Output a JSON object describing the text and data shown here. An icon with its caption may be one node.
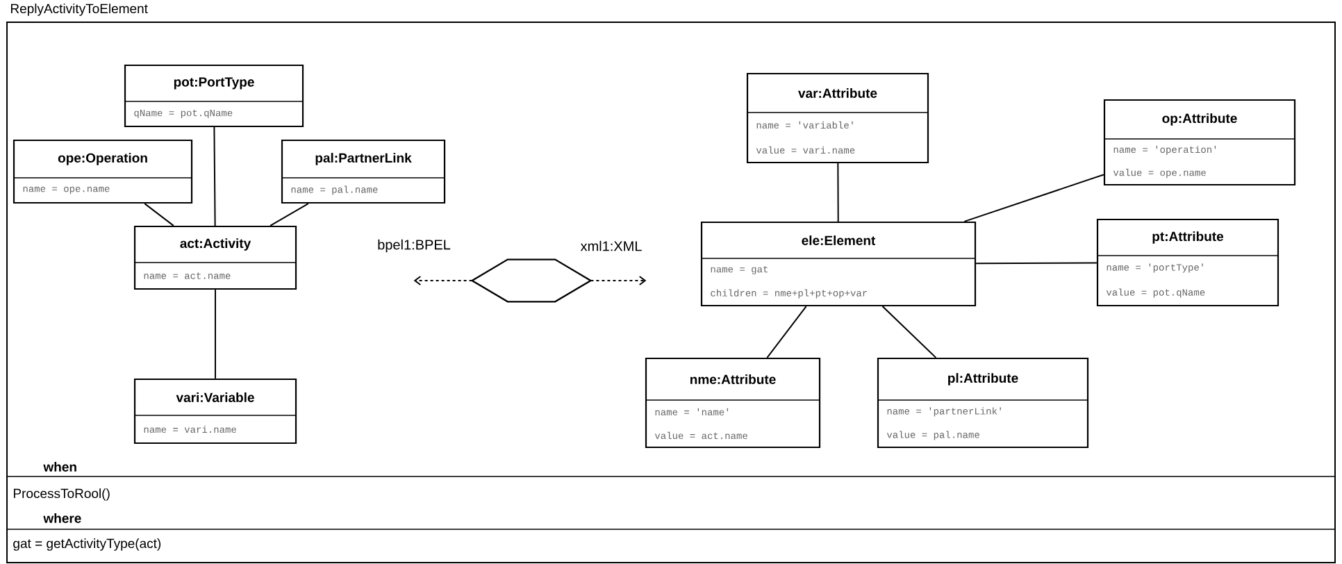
{
  "diagram": {
    "title": "ReplyActivityToElement",
    "nodes": [
      {
        "text": [
          "pot:PortType",
          "qName = pot.qName"
        ]
      },
      {
        "text": [
          "ope:Operation",
          "name = ope.name"
        ]
      },
      {
        "text": [
          "pal:PartnerLink",
          "name = pal.name"
        ]
      },
      {
        "text": [
          "act:Activity",
          "name = act.name"
        ]
      },
      {
        "text": [
          "vari:Variable",
          "name = vari.name"
        ]
      },
      {
        "text": [],
        "shape": "hexagon"
      },
      {
        "text": [
          "var:Attribute",
          "name = 'variable'",
          "value = vari.name"
        ]
      },
      {
        "text": [
          "op:Attribute",
          "name = 'operation'",
          "value = ope.name"
        ]
      },
      {
        "text": [
          "ele:Element",
          "name = gat",
          "children = nme+pl+pt+op+var"
        ]
      },
      {
        "text": [
          "pt:Attribute",
          "name = 'portType'",
          "value = pot.qName"
        ]
      },
      {
        "text": [
          "nme:Attribute",
          "name = 'name'",
          "value = act.name"
        ]
      },
      {
        "text": [
          "pl:Attribute",
          "name = 'partnerLink'",
          "value = pal.name"
        ]
      }
    ],
    "edges": [
      {
        "from": 0,
        "to": 3,
        "arrow": "none"
      },
      {
        "from": 1,
        "to": 3,
        "arrow": "none"
      },
      {
        "from": 2,
        "to": 3,
        "arrow": "none"
      },
      {
        "from": 3,
        "to": 4,
        "arrow": "none"
      },
      {
        "from": 6,
        "to": 8,
        "arrow": "none"
      },
      {
        "from": 7,
        "to": 8,
        "arrow": "none"
      },
      {
        "from": 9,
        "to": 8,
        "arrow": "none"
      },
      {
        "from": 8,
        "to": 10,
        "arrow": "none"
      },
      {
        "from": 8,
        "to": 11,
        "arrow": "none"
      },
      {
        "from": 5,
        "to": null,
        "arrow": "to",
        "style": "dashed",
        "label": "bpel1:BPEL"
      },
      {
        "from": 5,
        "to": null,
        "arrow": "to",
        "style": "dashed",
        "label": "xml1:XML"
      }
    ],
    "labels": [
      "when",
      "ProcessToRool()",
      "where",
      "gat = getActivityType(act)"
    ]
  }
}
